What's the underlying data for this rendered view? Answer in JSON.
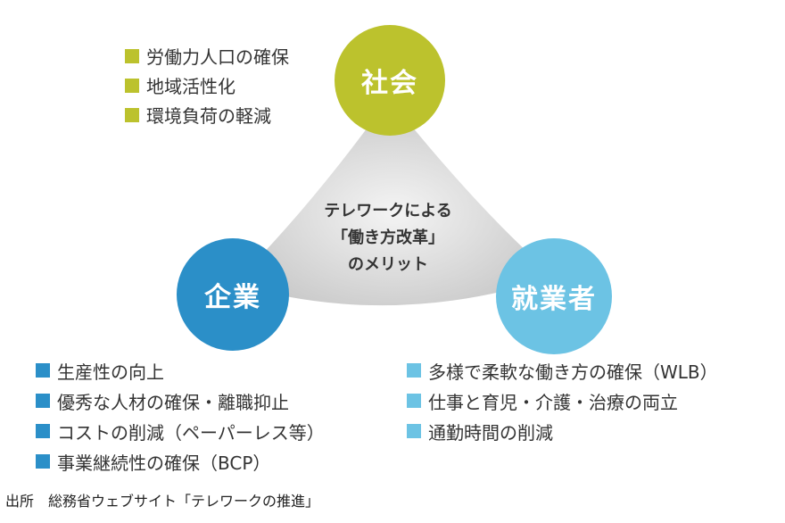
{
  "colors": {
    "society": "#bcc22d",
    "company": "#2b8fc8",
    "worker": "#6cc3e4",
    "triangle_light": "#f2f2f2",
    "triangle_dark": "#c8c8c8"
  },
  "center": {
    "line1": "テレワークによる",
    "line2": "「働き方改革」",
    "line3": "のメリット"
  },
  "society": {
    "label": "社会",
    "items": [
      "労働力人口の確保",
      "地域活性化",
      "環境負荷の軽減"
    ]
  },
  "company": {
    "label": "企業",
    "items": [
      "生産性の向上",
      "優秀な人材の確保・離職抑止",
      "コストの削減（ペーパーレス等）",
      "事業継続性の確保（BCP）"
    ]
  },
  "worker": {
    "label": "就業者",
    "items": [
      "多様で柔軟な働き方の確保（WLB）",
      "仕事と育児・介護・治療の両立",
      "通勤時間の削減"
    ]
  },
  "source": "出所　総務省ウェブサイト「テレワークの推進」"
}
